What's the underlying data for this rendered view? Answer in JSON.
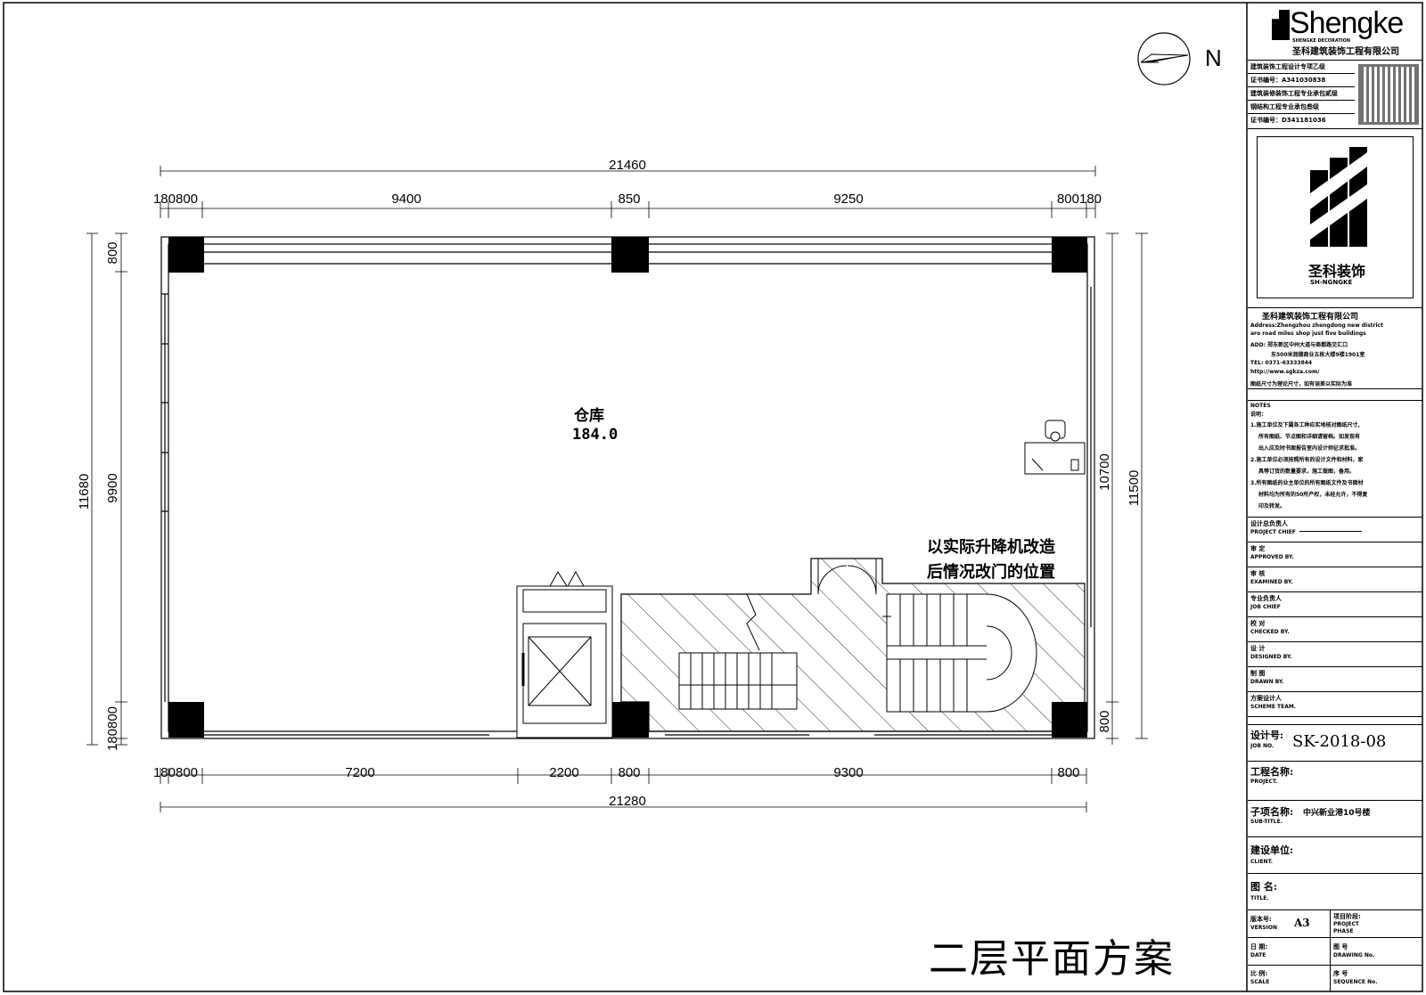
{
  "compass": {
    "north_label": "N"
  },
  "plan": {
    "room_name": "仓库",
    "room_area": "184.0",
    "note_line1": "以实际升降机改造",
    "note_line2": "后情况改门的位置",
    "drawing_title": "二层平面方案"
  },
  "dims_top": {
    "overall": "21460",
    "segments": [
      "180800",
      "9400",
      "850",
      "9250",
      "800180"
    ]
  },
  "dims_bottom": {
    "overall": "21280",
    "segments": [
      "180800",
      "7200",
      "2200",
      "800",
      "9300",
      "800"
    ]
  },
  "dims_left": {
    "overall": "11680",
    "segments": [
      "800",
      "9900",
      "180800"
    ]
  },
  "dims_right": {
    "inner": "10700",
    "overall": "11500",
    "bottom": "800"
  },
  "title_block": {
    "brand": "Shengke",
    "brand_sub": "SHENGKE DECORATION",
    "company_cn": "圣科建筑装饰工程有限公司",
    "cert_lines": [
      "建筑装饰工程设计专项乙级",
      "证书编号：A341030838",
      "建筑装修装饰工程专业承包贰级",
      "钢结构工程专业承包叁级",
      "证书编号：D341181036"
    ],
    "logo_cn": "圣科装饰",
    "logo_en": "SH-NGNGKE",
    "address_company": "圣科建筑装饰工程有限公司",
    "address_en_1": "Address:Zhengzhou zhengdong new district",
    "address_en_2": "aro road miles shop just five buildings",
    "address_cn_1": "ADD: 郑东新区中州大道与商都路交汇口",
    "address_cn_2": "东500米润德商业五栋大楼9楼1901室",
    "tel": "TEL: 0371-63333844",
    "url": "http://www.sgkza.com/",
    "scale_note": "图纸尺寸为理论尺寸，如有误差以实际为准",
    "notes_title": "NOTES",
    "notes_sub": "说明：",
    "notes": [
      "1.施工单位及下属各工种应实地核对图纸尺寸,",
      "所有图纸、节点图和详细请留档。如发现有",
      "出入应及时书面报告室内设计师征求批准。",
      "2.施工单位必须按照所有的设计文件和材料，家",
      "具等订货的数量要求，施工做图，备用。",
      "3.所有图纸的业主单位的所有图纸文件及书面材",
      "材料均为所有的50所产权，未经允许，不得复",
      "印及转发。"
    ],
    "roles": [
      {
        "cn": "设计总负责人",
        "en": "PROJECT CHIEF"
      },
      {
        "cn": "审 定",
        "en": "APPROVED BY."
      },
      {
        "cn": "审 核",
        "en": "EXAMINED BY."
      },
      {
        "cn": "专业负责人",
        "en": "JOB CHIEF"
      },
      {
        "cn": "校 对",
        "en": "CHECKED BY."
      },
      {
        "cn": "设 计",
        "en": "DESIGNED BY."
      },
      {
        "cn": "制 图",
        "en": "DRAWN BY."
      },
      {
        "cn": "方案设计人",
        "en": "SCHEME TEAM."
      }
    ],
    "job_no_label": "设计号:",
    "job_no_en": "JOB NO.",
    "job_no_value": "SK-2018-08",
    "project_label": "工程名称:",
    "project_en": "PROJECT.",
    "subtitle_label": "子项名称:",
    "subtitle_value": "中兴新业港10号楼",
    "subtitle_en": "SUB-TITLE.",
    "client_label": "建设单位:",
    "client_en": "CLIENT.",
    "title_label": "图 名:",
    "title_en": "TITLE.",
    "version_label": "版本号:",
    "version_en": "VERSION",
    "version_value": "A3",
    "phase_label": "项目阶段:",
    "phase_en_1": "PROJECT",
    "phase_en_2": "PHASE",
    "date_label": "日 期:",
    "date_en": "DATE",
    "drawing_no_label": "图 号",
    "drawing_no_en": "DRAWING No.",
    "scale_label": "比 例:",
    "scale_en": "SCALE",
    "seq_label": "序 号",
    "seq_en": "SEQUENCE No."
  },
  "colors": {
    "line": "#000000",
    "paper": "#ffffff"
  }
}
